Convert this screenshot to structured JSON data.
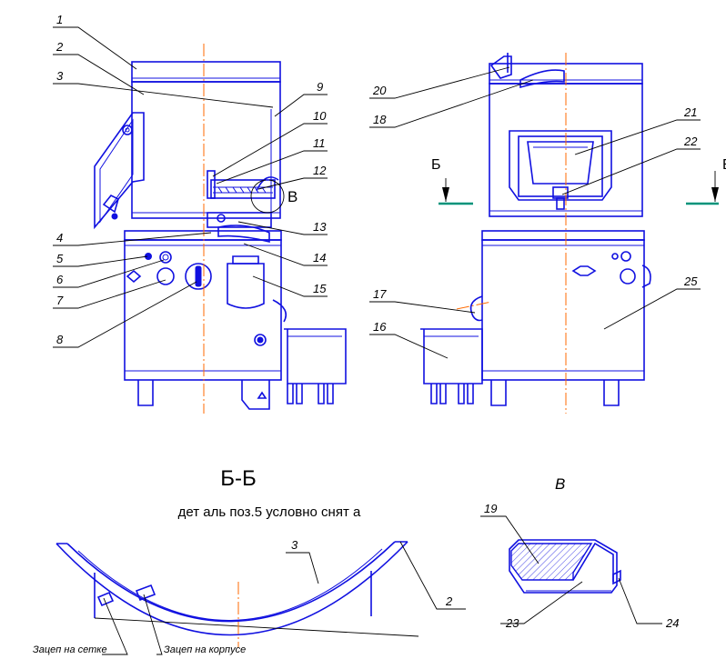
{
  "callouts": [
    "1",
    "2",
    "3",
    "4",
    "5",
    "6",
    "7",
    "8",
    "9",
    "10",
    "11",
    "12",
    "13",
    "14",
    "15",
    "16",
    "17",
    "18",
    "19",
    "20",
    "21",
    "22",
    "23",
    "24",
    "25"
  ],
  "view_marker_b": "Б",
  "detail_marker_v": "В",
  "section": {
    "title": "Б-Б",
    "subtitle": "дет аль поз.5 условно снят а"
  },
  "detail_view_title": "В",
  "notes": {
    "hook_on_mesh": "Зацеп на сетке",
    "hook_on_body": "Зацеп на корпусе"
  },
  "colors": {
    "outline": "#1010e0",
    "axis": "#ff6a00",
    "section_line": "#00937a",
    "leader": "#000000"
  }
}
